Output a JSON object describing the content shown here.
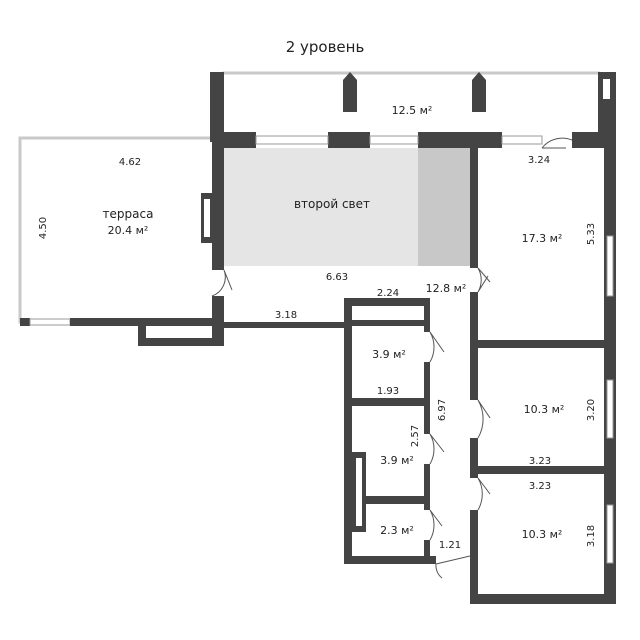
{
  "title": "2 уровень",
  "colors": {
    "wall": "#444444",
    "second_light_fill": "#e5e5e5",
    "second_light_shade": "#c8c8c8",
    "terrace_outline": "#c9c9c9",
    "text": "#222222"
  },
  "rooms": {
    "balcony": {
      "area": "12.5 м²"
    },
    "terrace": {
      "name": "терраса",
      "area": "20.4 м²"
    },
    "second_light": {
      "name": "второй свет"
    },
    "hall": {
      "area": "12.8 м²"
    },
    "room_right_top": {
      "area": "17.3 м²"
    },
    "room_right_mid": {
      "area": "10.3 м²"
    },
    "room_right_bottom": {
      "area": "10.3 м²"
    },
    "closet_top": {
      "area": "3.9 м²"
    },
    "closet_mid": {
      "area": "3.9 м²"
    },
    "closet_bottom": {
      "area": "2.3 м²"
    }
  },
  "dimensions": {
    "terrace_width": "4.62",
    "terrace_height": "4.50",
    "balcony_corner": "3.24",
    "right_top_height": "5.33",
    "hall_width": "6.63",
    "hall_lower": "3.18",
    "closet_top_width": "2.24",
    "closet_top_lower": "1.93",
    "corridor_length": "6.97",
    "closet_mid_height": "2.57",
    "right_mid_height": "3.20",
    "right_mid_width": "3.23",
    "right_bottom_width": "3.23",
    "right_bottom_height": "3.18",
    "door_gap": "1.21"
  }
}
